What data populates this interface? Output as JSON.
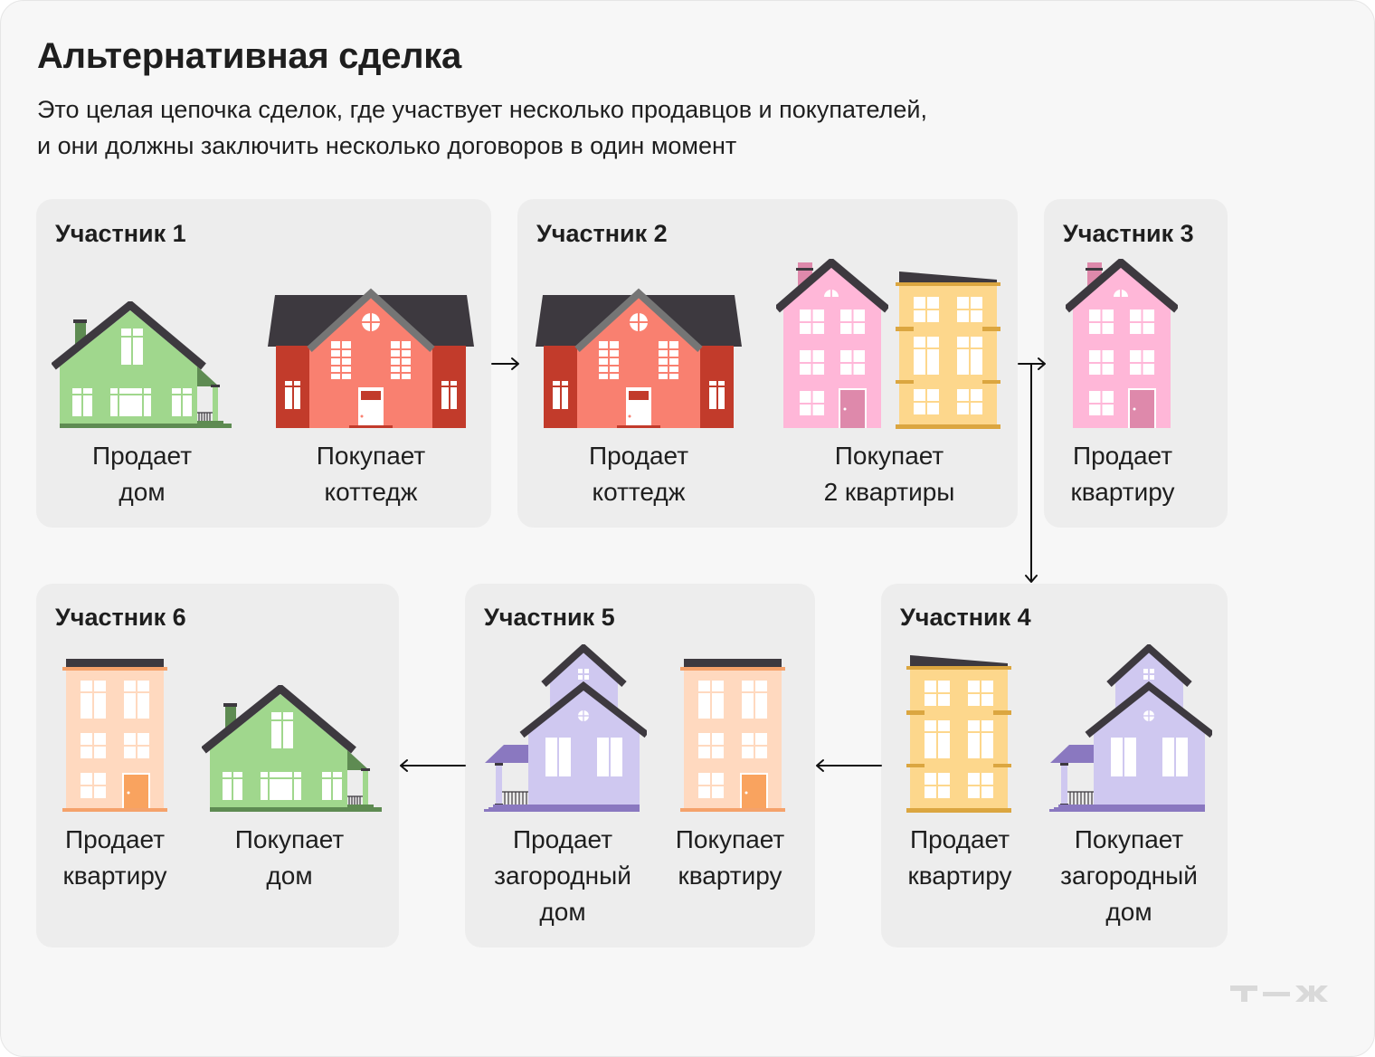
{
  "header": {
    "title": "Альтернативная сделка",
    "subtitle": "Это целая цепочка сделок, где участвует несколько продавцов и покупателей,\nи они должны заключить несколько договоров в один момент"
  },
  "participants": [
    {
      "title": "Участник 1",
      "sells": "Продает\nдом",
      "buys": "Покупает\nкоттедж"
    },
    {
      "title": "Участник 2",
      "sells": "Продает\nкоттедж",
      "buys": "Покупает\n2 квартиры"
    },
    {
      "title": "Участник 3",
      "sells": "Продает\nквартиру"
    },
    {
      "title": "Участник 4",
      "sells": "Продает\nквартиру",
      "buys": "Покупает\nзагородный\nдом"
    },
    {
      "title": "Участник 5",
      "sells": "Продает\nзагородный\nдом",
      "buys": "Покупает\nквартиру"
    },
    {
      "title": "Участник 6",
      "sells": "Продает\nквартиру",
      "buys": "Покупает\nдом"
    }
  ],
  "logo": "т—ж",
  "colors": {
    "background": "#f7f7f7",
    "card": "#ededed",
    "roof": "#3d393f",
    "house_green": "#a0d78d",
    "cottage_red": "#f98070",
    "apartment_pink": "#ffb7d8",
    "apartment_yellow": "#fdd78c",
    "apartment_peach": "#ffd9bf",
    "country_purple": "#cfc8f0"
  }
}
